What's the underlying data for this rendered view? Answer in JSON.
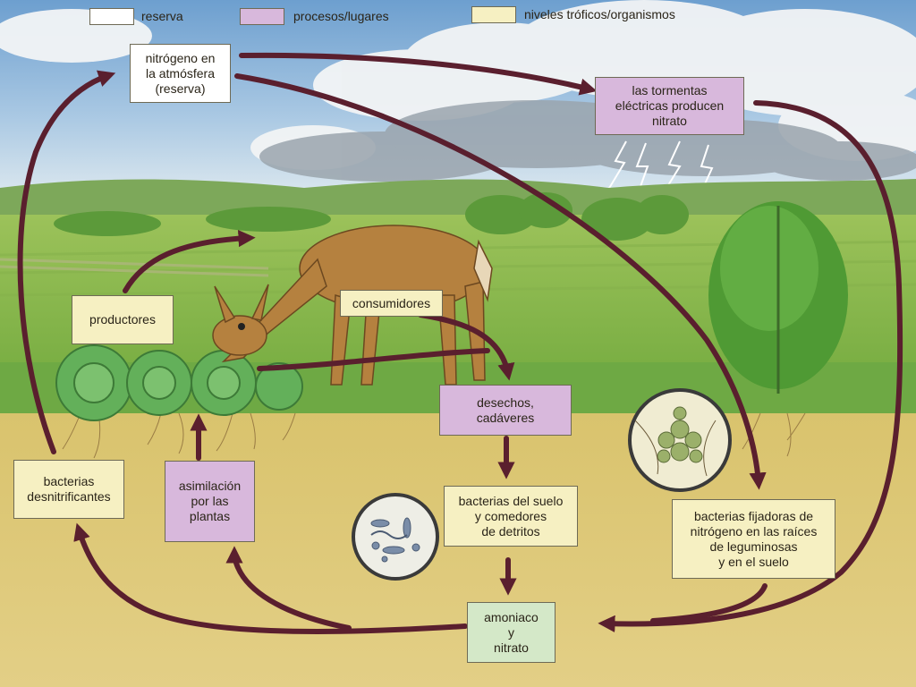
{
  "legend": {
    "reserva": "reserva",
    "procesos": "procesos/lugares",
    "niveles": "niveles tróficos/organismos"
  },
  "colors": {
    "reserva": "#ffffff",
    "procesos": "#d8b8dc",
    "niveles": "#f6f0c2",
    "arrow": "#5a1f2e"
  },
  "labels": {
    "atmosfera": "nitrógeno en\nla atmósfera\n(reserva)",
    "tormentas": "las tormentas\neléctricas producen\nnitrato",
    "productores": "productores",
    "consumidores": "consumidores",
    "desechos": "desechos,\ncadáveres",
    "bacterias_desnitrificantes": "bacterias\ndesnitrificantes",
    "asimilacion": "asimilación\npor las\nplantas",
    "bacterias_suelo": "bacterias del suelo\ny comedores\nde detritos",
    "bacterias_fijadoras": "bacterias fijadoras de\nnitrógeno en las raíces\nde leguminosas\ny en el suelo",
    "amoniaco": "amoniaco\ny\nnitrato"
  }
}
